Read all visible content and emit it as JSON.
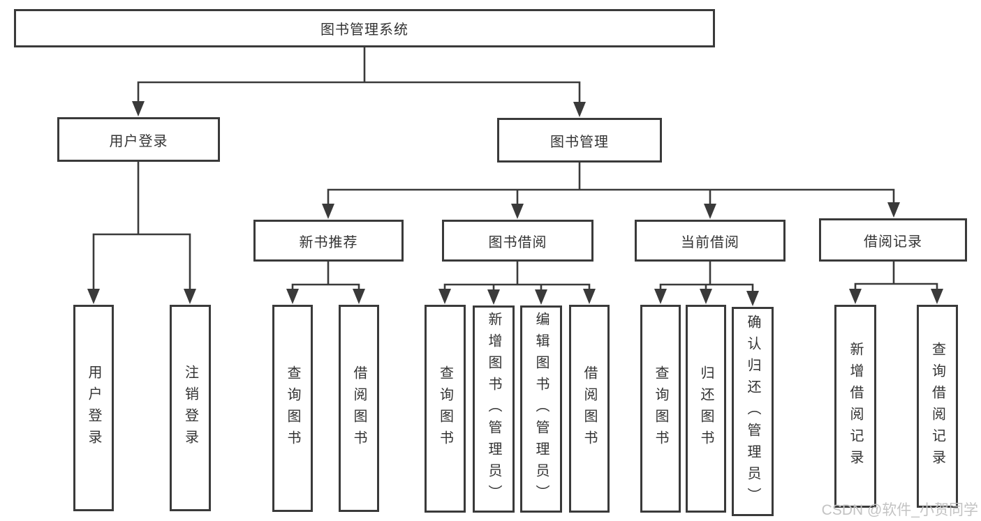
{
  "hierarchy": [
    {
      "label": "图书管理系统",
      "children": [
        {
          "label": "用户登录",
          "children": [
            {
              "label": "用户登录"
            },
            {
              "label": "注销登录"
            }
          ]
        },
        {
          "label": "图书管理",
          "children": [
            {
              "label": "新书推荐",
              "children": [
                {
                  "label": "查询图书"
                },
                {
                  "label": "借阅图书"
                }
              ]
            },
            {
              "label": "图书借阅",
              "children": [
                {
                  "label": "查询图书"
                },
                {
                  "label": "新增图书（管理员）"
                },
                {
                  "label": "编辑图书（管理员）"
                },
                {
                  "label": "借阅图书"
                }
              ]
            },
            {
              "label": "当前借阅",
              "children": [
                {
                  "label": "查询图书"
                },
                {
                  "label": "归还图书"
                },
                {
                  "label": "确认归还（管理员）"
                }
              ]
            },
            {
              "label": "借阅记录",
              "children": [
                {
                  "label": "新增借阅记录"
                },
                {
                  "label": "查询借阅记录"
                }
              ]
            }
          ]
        }
      ]
    }
  ],
  "watermark": "CSDN @软件_小贺同学",
  "colors": {
    "line": "#3a3a3a",
    "box_border": "#3a3a3a",
    "text": "#333333",
    "watermark": "#c3c3c3",
    "background": "#ffffff"
  }
}
